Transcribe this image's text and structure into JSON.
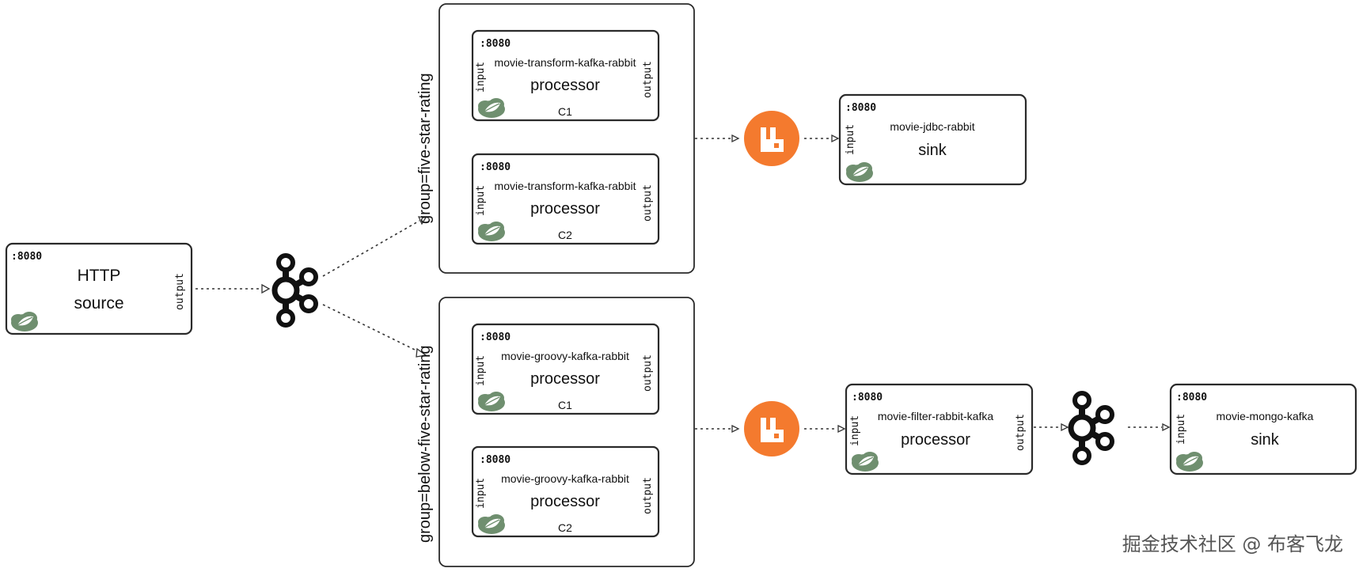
{
  "source": {
    "port": ":8080",
    "title": "HTTP",
    "type": "source",
    "out": "output"
  },
  "groups": [
    {
      "label": "group=five-star-rating"
    },
    {
      "label": "group=below-five-star-rating"
    }
  ],
  "processors": [
    {
      "port": ":8080",
      "name": "movie-transform-kafka-rabbit",
      "type": "processor",
      "instance": "C1",
      "in": "input",
      "out": "output"
    },
    {
      "port": ":8080",
      "name": "movie-transform-kafka-rabbit",
      "type": "processor",
      "instance": "C2",
      "in": "input",
      "out": "output"
    },
    {
      "port": ":8080",
      "name": "movie-groovy-kafka-rabbit",
      "type": "processor",
      "instance": "C1",
      "in": "input",
      "out": "output"
    },
    {
      "port": ":8080",
      "name": "movie-groovy-kafka-rabbit",
      "type": "processor",
      "instance": "C2",
      "in": "input",
      "out": "output"
    }
  ],
  "jdbc_sink": {
    "port": ":8080",
    "name": "movie-jdbc-rabbit",
    "type": "sink",
    "in": "input"
  },
  "filter_processor": {
    "port": ":8080",
    "name": "movie-filter-rabbit-kafka",
    "type": "processor",
    "in": "input",
    "out": "output"
  },
  "mongo_sink": {
    "port": ":8080",
    "name": "movie-mongo-kafka",
    "type": "sink",
    "in": "input"
  },
  "icons": {
    "kafka": "kafka-icon",
    "rabbitmq": "rabbitmq-icon",
    "spring": "spring-cloud-icon"
  },
  "colors": {
    "rabbit_orange": "#f47a2e",
    "kafka_black": "#111111",
    "spring_green": "#6a8a6a"
  },
  "watermark": "掘金技术社区 @ 布客飞龙"
}
